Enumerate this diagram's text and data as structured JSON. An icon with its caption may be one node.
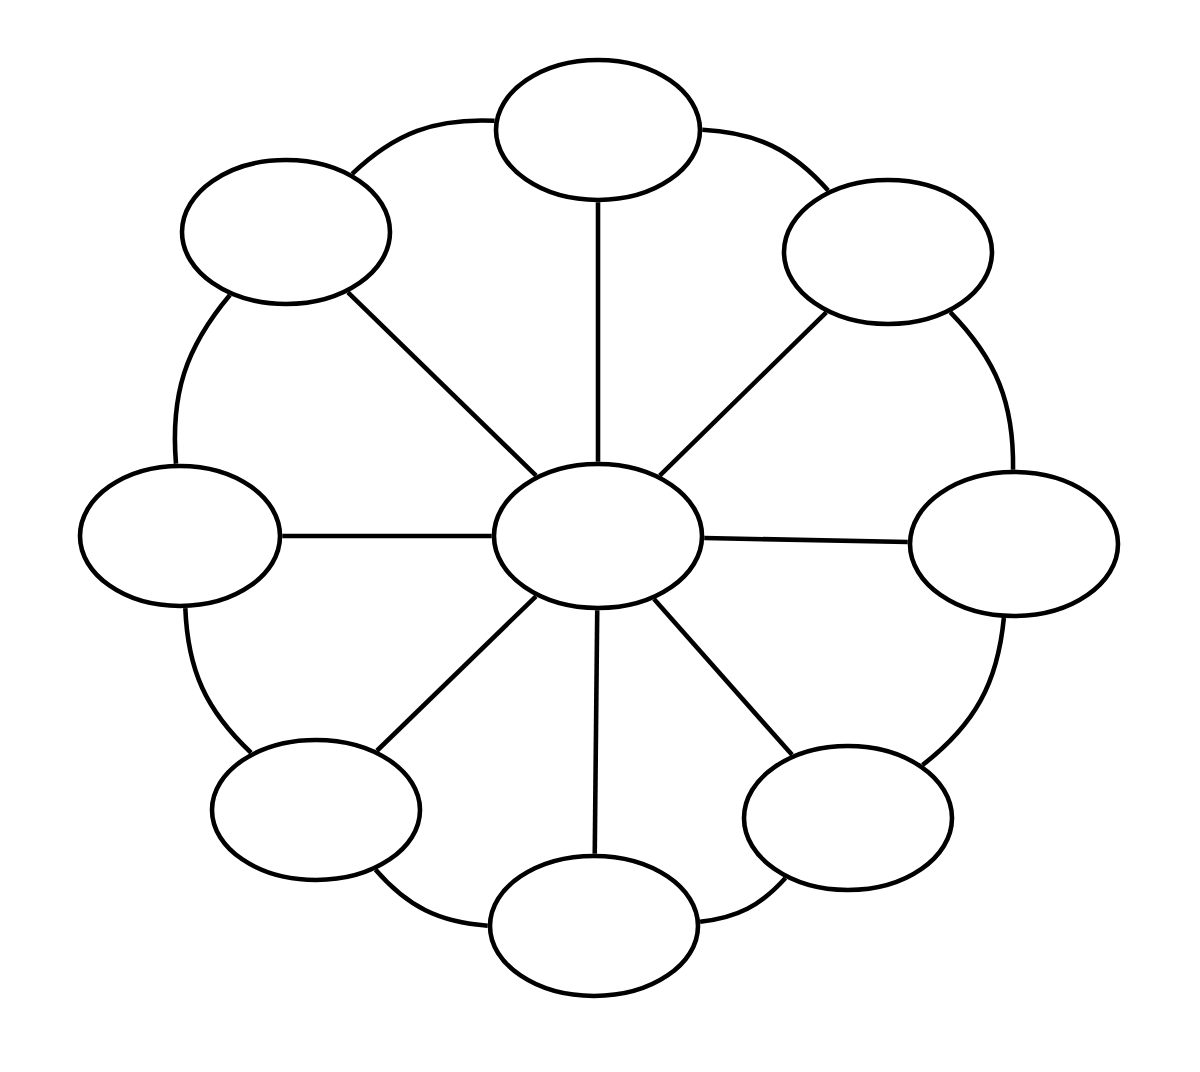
{
  "diagram": {
    "nodes": [
      {
        "text": [],
        "shape": "ellipse"
      },
      {
        "text": [],
        "shape": "ellipse"
      },
      {
        "text": [],
        "shape": "ellipse"
      },
      {
        "text": [],
        "shape": "ellipse"
      },
      {
        "text": [],
        "shape": "ellipse"
      },
      {
        "text": [],
        "shape": "ellipse"
      },
      {
        "text": [],
        "shape": "ellipse"
      },
      {
        "text": [],
        "shape": "ellipse"
      },
      {
        "text": [],
        "shape": "ellipse"
      }
    ],
    "edges": [
      {
        "from": 4,
        "to": 0,
        "arrow": "none"
      },
      {
        "from": 4,
        "to": 1,
        "arrow": "none"
      },
      {
        "from": 4,
        "to": 2,
        "arrow": "none"
      },
      {
        "from": 4,
        "to": 3,
        "arrow": "none"
      },
      {
        "from": 4,
        "to": 5,
        "arrow": "none"
      },
      {
        "from": 4,
        "to": 6,
        "arrow": "none"
      },
      {
        "from": 4,
        "to": 7,
        "arrow": "none"
      },
      {
        "from": 4,
        "to": 8,
        "arrow": "none"
      },
      {
        "from": 0,
        "to": 2,
        "arrow": "none"
      },
      {
        "from": 2,
        "to": 5,
        "arrow": "none"
      },
      {
        "from": 5,
        "to": 7,
        "arrow": "none"
      },
      {
        "from": 7,
        "to": 8,
        "arrow": "none"
      },
      {
        "from": 8,
        "to": 6,
        "arrow": "none"
      },
      {
        "from": 6,
        "to": 3,
        "arrow": "none"
      },
      {
        "from": 3,
        "to": 1,
        "arrow": "none"
      },
      {
        "from": 1,
        "to": 0,
        "arrow": "none"
      }
    ]
  }
}
